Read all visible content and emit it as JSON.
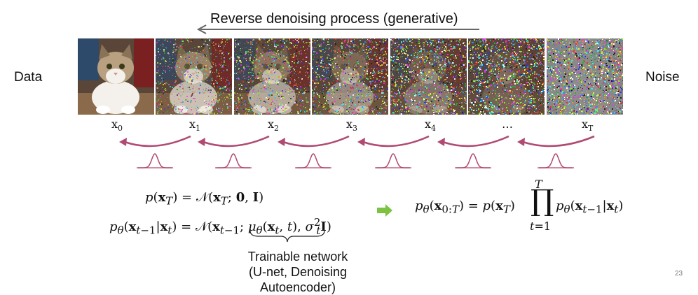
{
  "title": "Reverse denoising process (generative)",
  "left_label": "Data",
  "right_label": "Noise",
  "states": [
    {
      "base": "x",
      "sub": "0",
      "noise": 0.0
    },
    {
      "base": "x",
      "sub": "1",
      "noise": 0.35
    },
    {
      "base": "x",
      "sub": "2",
      "noise": 0.5
    },
    {
      "base": "x",
      "sub": "3",
      "noise": 0.65
    },
    {
      "base": "x",
      "sub": "4",
      "noise": 0.78
    },
    {
      "base": "…",
      "sub": "",
      "noise": 0.9
    },
    {
      "base": "x",
      "sub": "T",
      "noise": 1.0
    }
  ],
  "equations": {
    "prior": "p(x_T) = N(x_T; 0, I)",
    "transition": "p_θ(x_{t−1}|x_t) = N(x_{t−1}; μ_θ(x_t, t), σ_t² I)",
    "joint": "p_θ(x_{0:T}) = p(x_T) ∏_{t=1}^{T} p_θ(x_{t−1}|x_t)"
  },
  "network_label": {
    "line1": "Trainable network",
    "line2": "(U-net, Denoising Autoencoder)"
  },
  "page_number": "23",
  "colors": {
    "arrow": "#b04a72",
    "gaussian": "#b04a72",
    "green": "#7dc242",
    "top_arrow": "#666666"
  }
}
